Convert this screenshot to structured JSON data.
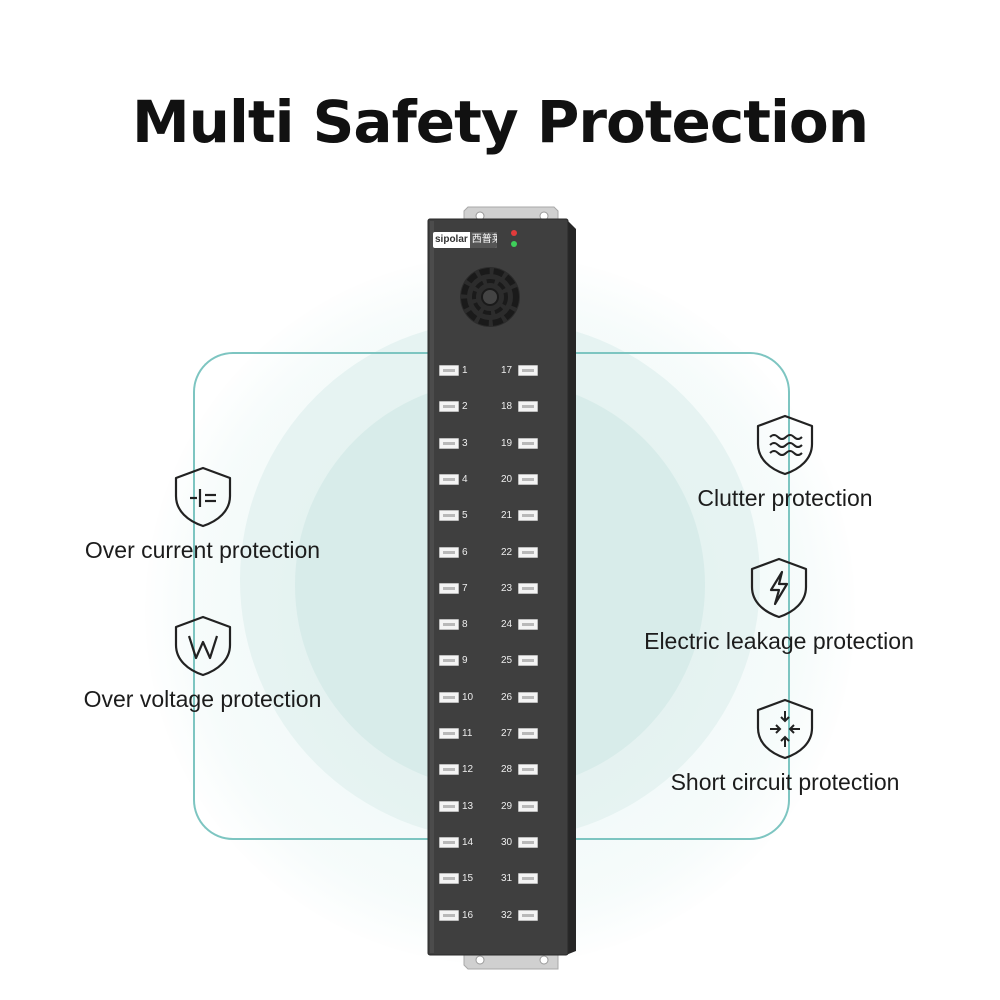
{
  "title": "Multi Safety Protection",
  "device": {
    "brand": "sipolar",
    "brand_sub": "西普莱",
    "ports_left": [
      "1",
      "2",
      "3",
      "4",
      "5",
      "6",
      "7",
      "8",
      "9",
      "10",
      "11",
      "12",
      "13",
      "14",
      "15",
      "16"
    ],
    "ports_right": [
      "17",
      "18",
      "19",
      "20",
      "21",
      "22",
      "23",
      "24",
      "25",
      "26",
      "27",
      "28",
      "29",
      "30",
      "31",
      "32"
    ]
  },
  "features": {
    "over_current": {
      "label": "Over current protection",
      "icon": "current-shield-icon"
    },
    "over_voltage": {
      "label": "Over voltage protection",
      "icon": "voltage-shield-icon"
    },
    "clutter": {
      "label": "Clutter protection",
      "icon": "waves-shield-icon"
    },
    "leakage": {
      "label": "Electric leakage protection",
      "icon": "lightning-shield-icon"
    },
    "short_circuit": {
      "label": "Short circuit protection",
      "icon": "arrows-shield-icon"
    }
  },
  "colors": {
    "accent": "#7dc5c1",
    "device": "#3f3f3f",
    "title": "#111111"
  }
}
